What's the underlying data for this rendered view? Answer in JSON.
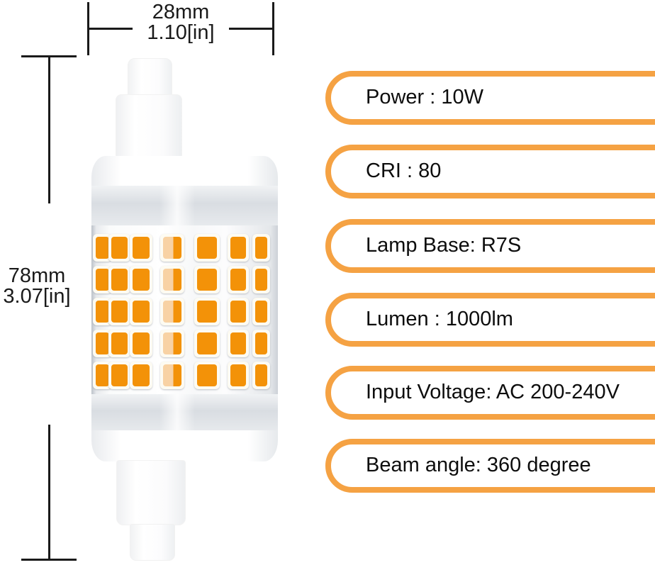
{
  "product": {
    "name": "R7S LED bulb diagram",
    "led_grid": {
      "rows": 5,
      "columns": 7
    }
  },
  "dimensions": {
    "width": {
      "metric": "28mm",
      "imperial": "1.10[in]"
    },
    "height": {
      "metric": "78mm",
      "imperial": "3.07[in]"
    }
  },
  "specs": {
    "items": [
      {
        "label": "Power : 10W"
      },
      {
        "label": "CRI : 80"
      },
      {
        "label": "Lamp Base: R7S"
      },
      {
        "label": "Lumen : 1000lm"
      },
      {
        "label": "Input Voltage: AC 200-240V"
      },
      {
        "label": "Beam angle: 360 degree"
      }
    ]
  },
  "colors": {
    "accent_orange": "#F5A243",
    "led_orange": "#F39208",
    "led_highlight": "#F8D2A4",
    "ink": "#1a1a1a"
  }
}
